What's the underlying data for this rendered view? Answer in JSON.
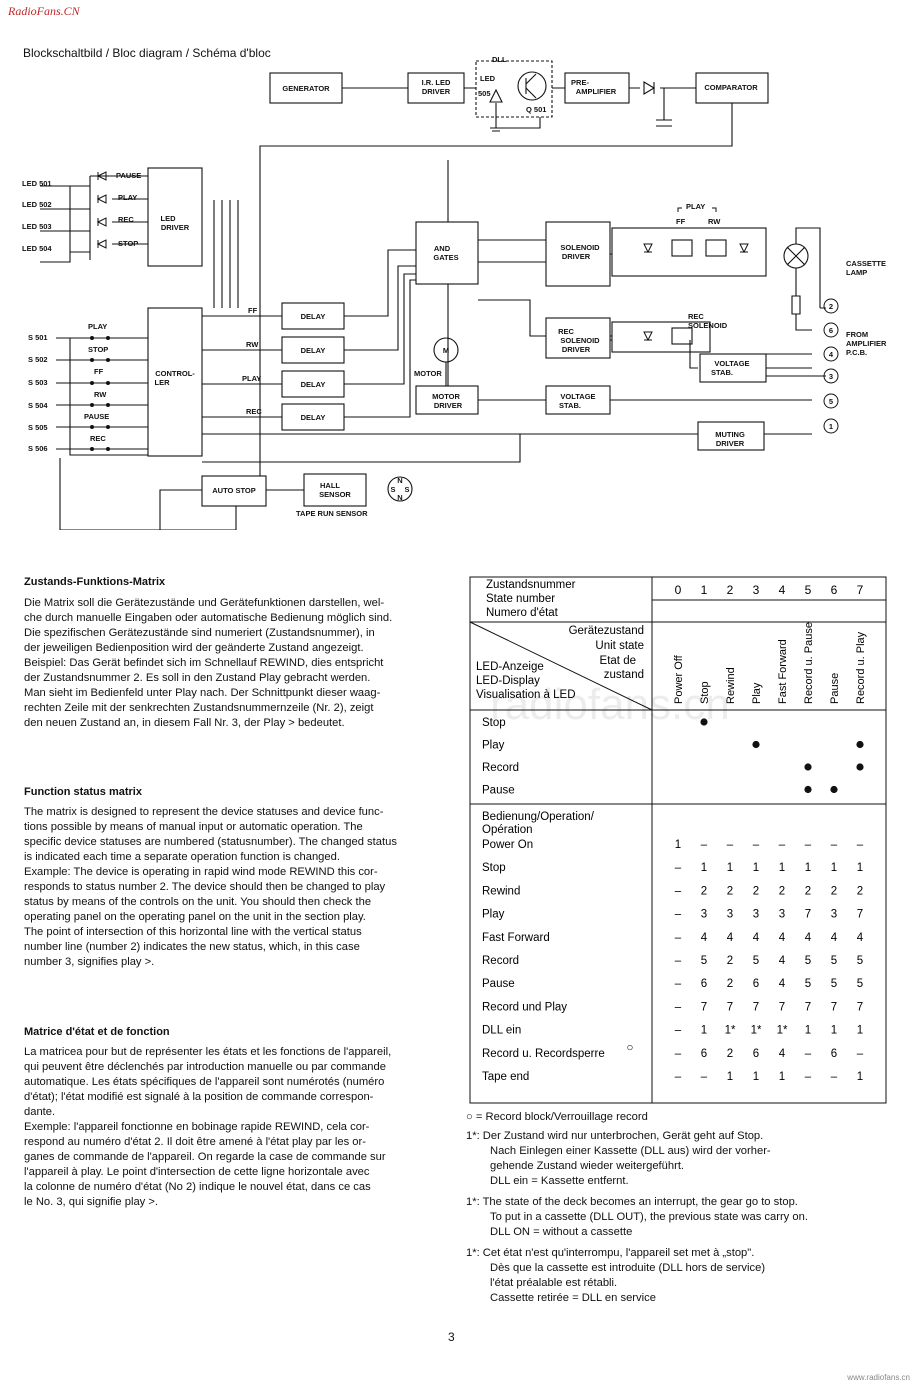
{
  "header": {
    "site_mark": "RadioFans.CN",
    "diagram_title": "Blockschaltbild / Bloc diagram / Schéma d'bloc"
  },
  "diagram": {
    "blocks": {
      "generator": "GENERATOR",
      "ir_led_driver": [
        "I.R. LED",
        "DRIVER"
      ],
      "pre_amplifier": [
        "PRE-",
        "AMPLIFIER"
      ],
      "comparator": "COMPARATOR",
      "led_driver": [
        "LED",
        "DRIVER"
      ],
      "and_gates": [
        "AND",
        "GATES"
      ],
      "solenoid_driver": [
        "SOLENOID",
        "DRIVER"
      ],
      "rec_solenoid_driver": [
        "REC",
        "SOLENOID",
        "DRIVER"
      ],
      "voltage_stab_1": [
        "VOLTAGE",
        "STAB."
      ],
      "voltage_stab_2": [
        "VOLTAGE",
        "STAB."
      ],
      "controller": [
        "CONTROL-",
        "LER"
      ],
      "delay": "DELAY",
      "motor_driver": [
        "MOTOR",
        "DRIVER"
      ],
      "muting_driver": [
        "MUTING",
        "DRIVER"
      ],
      "auto_stop": "AUTO STOP",
      "hall_sensor": [
        "HALL",
        "SENSOR"
      ]
    },
    "labels": {
      "dll": "DLL",
      "led": "LED",
      "led_505": "505",
      "q501": "Q 501",
      "led501": "LED 501",
      "led502": "LED 502",
      "led503": "LED 503",
      "led504": "LED 504",
      "pause": "PAUSE",
      "play": "PLAY",
      "rec": "REC",
      "stop": "STOP",
      "ff": "FF",
      "rw": "RW",
      "s501": "S 501",
      "s502": "S 502",
      "s503": "S 503",
      "s504": "S 504",
      "s505": "S 505",
      "s506": "S 506",
      "sw_play": "PLAY",
      "sw_stop": "STOP",
      "sw_ff": "FF",
      "sw_rw": "RW",
      "sw_pause": "PAUSE",
      "sw_rec": "REC",
      "motor": "MOTOR",
      "m": "M",
      "play_bracket": "PLAY",
      "sol_ff": "FF",
      "sol_rw": "RW",
      "rec_solenoid": [
        "REC",
        "SOLENOID"
      ],
      "cassette_lamp": [
        "CASSETTE",
        "LAMP"
      ],
      "from_amplifier": [
        "FROM",
        "AMPLIFIER",
        "P.C.B."
      ],
      "tape_run_sensor": "TAPE RUN SENSOR",
      "magnet_n1": "N",
      "magnet_s": "S",
      "magnet_s2": "S",
      "magnet_n2": "N",
      "terminals": [
        "2",
        "6",
        "4",
        "3",
        "5",
        "1"
      ]
    }
  },
  "text": {
    "de_heading": "Zustands-Funktions-Matrix",
    "de_lines": [
      "Die Matrix soll die Gerätezustände und Gerätefunktionen darstellen, wel-",
      "che durch manuelle Eingaben oder automatische Bedienung möglich sind.",
      "Die spezifischen Gerätezustände sind numeriert (Zustandsnummer), in",
      "der jeweiligen Bedienposition wird der geänderte Zustand angezeigt.",
      "Beispiel: Das Gerät befindet sich im Schnellauf REWIND, dies entspricht",
      "der Zustandsnummer 2. Es soll in den Zustand Play gebracht werden.",
      "Man sieht im Bedienfeld unter Play nach. Der Schnittpunkt dieser waag-",
      "rechten Zeile mit der  senkrechten Zustandsnummernzeile (Nr. 2), zeigt",
      "den neuen Zustand an, in diesem Fall Nr. 3, der Play > bedeutet."
    ],
    "en_heading": "Function status matrix",
    "en_lines": [
      "The matrix is designed to represent the device statuses and device func-",
      "tions possible by means of manual input or automatic operation. The",
      "specific device statuses are numbered (statusnumber). The changed status",
      "is indicated each time a separate operation function is changed.",
      "Example: The device is operating in rapid wind mode REWIND this cor-",
      "responds to status number 2. The device should then be changed to play",
      "status by means of the controls on the unit. You should then check the",
      "operating panel on the operating panel on the unit in the section play.",
      "The point of intersection of this horizontal line with the vertical status",
      "number line (number 2) indicates the new status, which, in this case",
      "number 3, signifies play >."
    ],
    "fr_heading": "Matrice d'état et de fonction",
    "fr_lines": [
      "La matricea pour but de représenter les états et les fonctions de l'appareil,",
      "qui peuvent être déclenchés par introduction manuelle ou par commande",
      "automatique. Les états spécifiques de l'appareil sont numérotés (numéro",
      "d'état); l'état modifié est signalé à la position de commande correspon-",
      "dante.",
      "Exemple: l'appareil fonctionne en bobinage rapide REWIND, cela cor-",
      "respond au numéro d'état 2. Il doit être amené à l'état play par les or-",
      "ganes de commande de l'appareil. On regarde la case de commande sur",
      "l'appareil à play. Le point d'intersection de cette ligne horizontale avec",
      "la colonne de numéro d'état (No 2) indique le nouvel état, dans ce cas",
      "le No. 3, qui signifie play >."
    ]
  },
  "matrix": {
    "header_lines": [
      "Zustandsnummer",
      "State number",
      "Numero d'état"
    ],
    "state_numbers": [
      "0",
      "1",
      "2",
      "3",
      "4",
      "5",
      "6",
      "7"
    ],
    "diag_upper": [
      "Gerätezustand",
      "Unit state",
      "Etat de",
      "zustand"
    ],
    "diag_lower": [
      "LED-Anzeige",
      "LED-Display",
      "Visualisation à LED"
    ],
    "state_names": [
      "Power Off",
      "Stop",
      "Rewind",
      "Play",
      "Fast Forward",
      "Record u. Pause",
      "Pause",
      "Record u. Play"
    ],
    "led_rows": [
      {
        "label": "Stop",
        "dots": [
          1
        ]
      },
      {
        "label": "Play",
        "dots": [
          3,
          7
        ]
      },
      {
        "label": "Record",
        "dots": [
          5,
          7
        ]
      },
      {
        "label": "Pause",
        "dots": [
          5,
          6
        ]
      }
    ],
    "op_header": [
      "Bedienung/Operation/",
      "Opération"
    ],
    "op_rows": [
      {
        "label": "Power On",
        "vals": [
          "1",
          "–",
          "–",
          "–",
          "–",
          "–",
          "–",
          "–"
        ]
      },
      {
        "label": "Stop",
        "vals": [
          "–",
          "1",
          "1",
          "1",
          "1",
          "1",
          "1",
          "1"
        ]
      },
      {
        "label": "Rewind",
        "vals": [
          "–",
          "2",
          "2",
          "2",
          "2",
          "2",
          "2",
          "2"
        ]
      },
      {
        "label": "Play",
        "vals": [
          "–",
          "3",
          "3",
          "3",
          "3",
          "7",
          "3",
          "7"
        ]
      },
      {
        "label": "Fast Forward",
        "vals": [
          "–",
          "4",
          "4",
          "4",
          "4",
          "4",
          "4",
          "4"
        ]
      },
      {
        "label": "Record",
        "vals": [
          "–",
          "5",
          "2",
          "5",
          "4",
          "5",
          "5",
          "5"
        ]
      },
      {
        "label": "Pause",
        "vals": [
          "–",
          "6",
          "2",
          "6",
          "4",
          "5",
          "5",
          "5"
        ]
      },
      {
        "label": "Record und Play",
        "vals": [
          "–",
          "7",
          "7",
          "7",
          "7",
          "7",
          "7",
          "7"
        ]
      },
      {
        "label": "DLL ein",
        "vals": [
          "–",
          "1",
          "1*",
          "1*",
          "1*",
          "1",
          "1",
          "1"
        ]
      },
      {
        "label": "Record u. Recordsperre",
        "mark": "○",
        "vals": [
          "–",
          "6",
          "2",
          "6",
          "4",
          "–",
          "6",
          "–"
        ]
      },
      {
        "label": "Tape end",
        "vals": [
          "–",
          "–",
          "1",
          "1",
          "1",
          "–",
          "–",
          "1"
        ]
      }
    ]
  },
  "notes": {
    "legend": "○ = Record block/Verrouillage record",
    "de": [
      "1*: Der Zustand wird nur unterbrochen, Gerät geht auf Stop.",
      "Nach Einlegen einer Kassette (DLL aus) wird der vorher-",
      "gehende Zustand wieder weitergeführt.",
      "DLL ein = Kassette entfernt."
    ],
    "en": [
      "1*: The state of the deck becomes an interrupt, the gear go to stop.",
      "To put in a cassette (DLL OUT), the previous state was carry on.",
      "DLL ON = without a cassette"
    ],
    "fr": [
      "1*: Cet état n'est qu'interrompu, l'appareil set met à „stop\".",
      "Dès que la cassette est introduite (DLL hors de service)",
      "l'état préalable est rétabli.",
      "Cassette retirée = DLL en service"
    ]
  },
  "footer": {
    "page_number": "3",
    "site_foot": "www.radiofans.cn",
    "watermark": "radiofans.cn"
  }
}
